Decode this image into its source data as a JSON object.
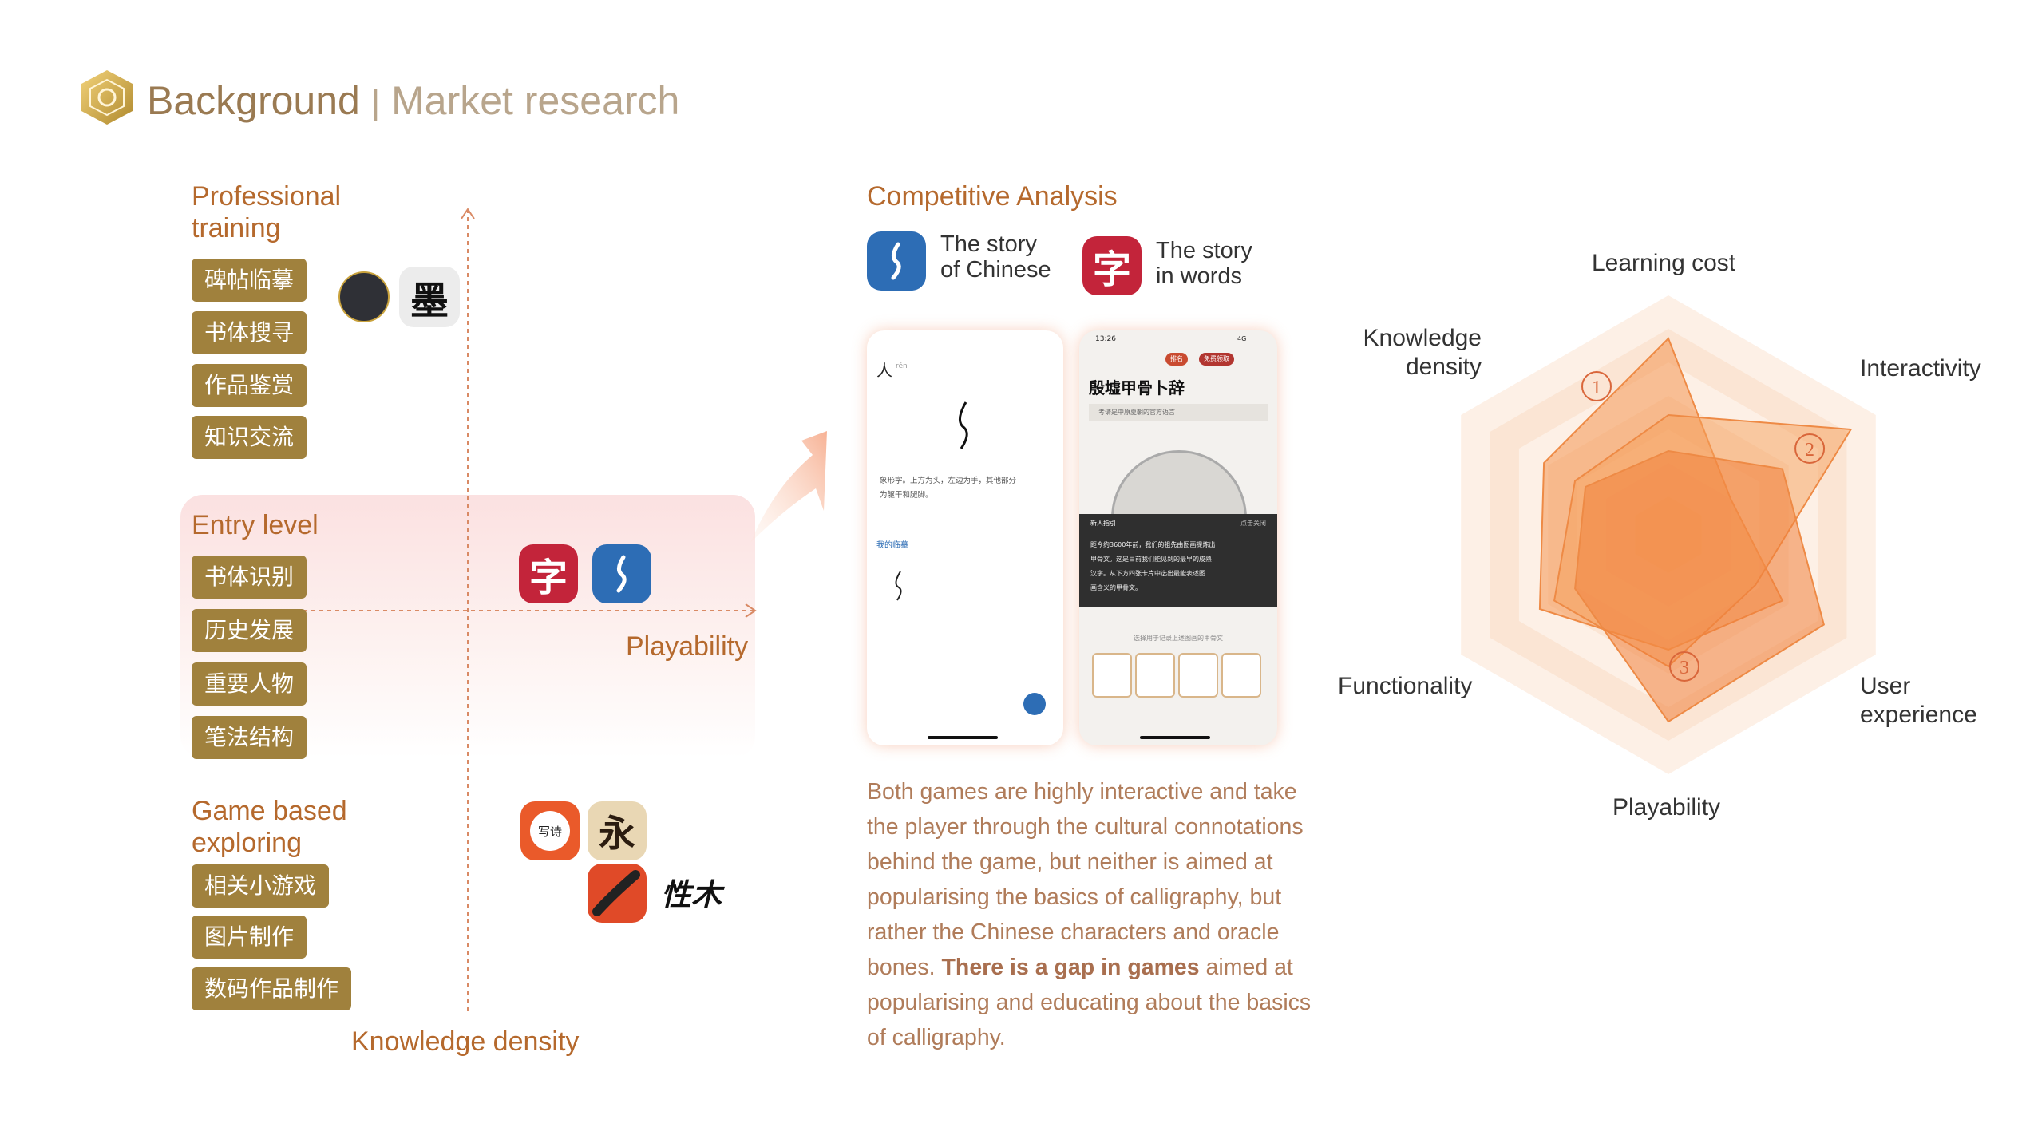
{
  "header": {
    "title": "Background",
    "subtitle": "Market research",
    "divider": "|"
  },
  "quadrant": {
    "professional": {
      "title_line1": "Professional",
      "title_line2": "training",
      "items": [
        "碑帖临摹",
        "书体搜寻",
        "作品鉴赏",
        "知识交流"
      ]
    },
    "entry": {
      "title": "Entry level",
      "items": [
        "书体识别",
        "历史发展",
        "重要人物",
        "笔法结构"
      ]
    },
    "game": {
      "title_line1": "Game based",
      "title_line2": "exploring",
      "items": [
        "相关小游戏",
        "图片制作",
        "数码作品制作"
      ]
    },
    "x_axis_label": "Playability",
    "y_axis_label": "Knowledge density",
    "app_icons": {
      "icon_mo": "墨",
      "icon_zi": "字",
      "icon_xieshi": "写诗",
      "icon_yong": "永",
      "icon_brush_text": "性木"
    }
  },
  "competitive": {
    "title": "Competitive Analysis",
    "app1": {
      "name_line1": "The story",
      "name_line2": "of Chinese"
    },
    "app2": {
      "name_line1": "The story",
      "name_line2": "in words",
      "icon_char": "字"
    },
    "phone1": {
      "char": "人",
      "pinyin": "rén",
      "text1": "象形字。上方为头，左边为手，其他部分",
      "text2": "为躯干和腿脚。",
      "section": "我的临摹"
    },
    "phone2": {
      "time": "13:26",
      "signal": "4G",
      "title": "殷墟甲骨卜辞",
      "subtitle": "考请是中原夏朝的官方语言",
      "btn1": "排名",
      "btn2": "免费领取",
      "dialog_title": "新人指引",
      "dialog_right": "点击关闭",
      "dialog_text1": "距今约3600年前，我们的祖先由图画提炼出",
      "dialog_text2": "甲骨文。这是目前我们能见到的最早的成熟",
      "dialog_text3": "汉字。从下方四张卡片中选出最能表述图",
      "dialog_text4": "画含义的甲骨文。",
      "select_text": "选择用于记录上述图画的甲骨文"
    },
    "description": {
      "part1": "Both games are highly interactive and take the player through the cultural connotations behind the game, but neither is aimed at popularising the basics of calligraphy, but rather the Chinese characters and oracle bones. ",
      "bold": "There is a gap in games",
      "part2": " aimed at popularising and educating about the basics of calligraphy."
    }
  },
  "radar": {
    "axes": [
      "Learning cost",
      "Interactivity",
      "User experience",
      "Playability",
      "Functionality",
      "Knowledge density"
    ],
    "label_user_1": "User",
    "label_user_2": "experience",
    "label_know_1": "Knowledge",
    "label_know_2": "density",
    "markers": [
      "1",
      "2",
      "3"
    ],
    "series": [
      {
        "name": "1",
        "values": [
          0.82,
          0.3,
          0.55,
          0.48,
          0.62,
          0.6
        ]
      },
      {
        "name": "2",
        "values": [
          0.5,
          0.88,
          0.42,
          0.55,
          0.55,
          0.45
        ]
      },
      {
        "name": "3",
        "values": [
          0.35,
          0.55,
          0.75,
          0.78,
          0.45,
          0.4
        ]
      }
    ],
    "colors": {
      "ring": "#fbe3d1",
      "fill": "#f5a86a",
      "stroke": "#ee8a45"
    }
  },
  "colors": {
    "accent": "#b5692d",
    "button": "#a0813d",
    "blue": "#2d6db5",
    "red": "#c3243a"
  }
}
